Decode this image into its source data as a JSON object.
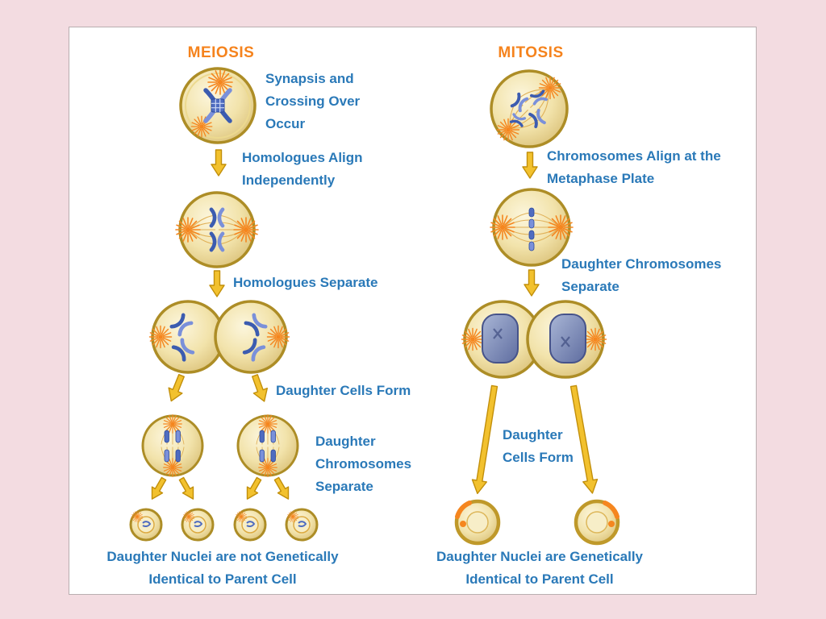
{
  "slide": {
    "background_color": "#f3dce1",
    "panel_color": "#ffffff"
  },
  "colors": {
    "title_orange": "#f5831d",
    "label_blue": "#2a79b8",
    "arrow_yellow": "#f2c12e",
    "cell_ring_gold": "#ad8d26",
    "cell_fill_cream": "#f2e3ab",
    "chromosome_blue": "#4f6cc0",
    "aster_orange": "#f5861f",
    "nucleus_slate": "#5f6da0"
  },
  "meiosis": {
    "title": "MEIOSIS",
    "step1_label": "Synapsis and\nCrossing Over\nOccur",
    "step2_label": "Homologues Align\nIndependently",
    "step3_label": "Homologues Separate",
    "step4_label": "Daughter Cells Form",
    "step5_label": "Daughter\nChromosomes\nSeparate",
    "result_label": "Daughter Nuclei are not Genetically\nIdentical to Parent Cell"
  },
  "mitosis": {
    "title": "MITOSIS",
    "step1_label": "Chromosomes Align at the\nMetaphase Plate",
    "step2_label": "Daughter Chromosomes\nSeparate",
    "step3_label": "Daughter\nCells Form",
    "result_label": "Daughter Nuclei are Genetically\nIdentical to Parent Cell"
  }
}
